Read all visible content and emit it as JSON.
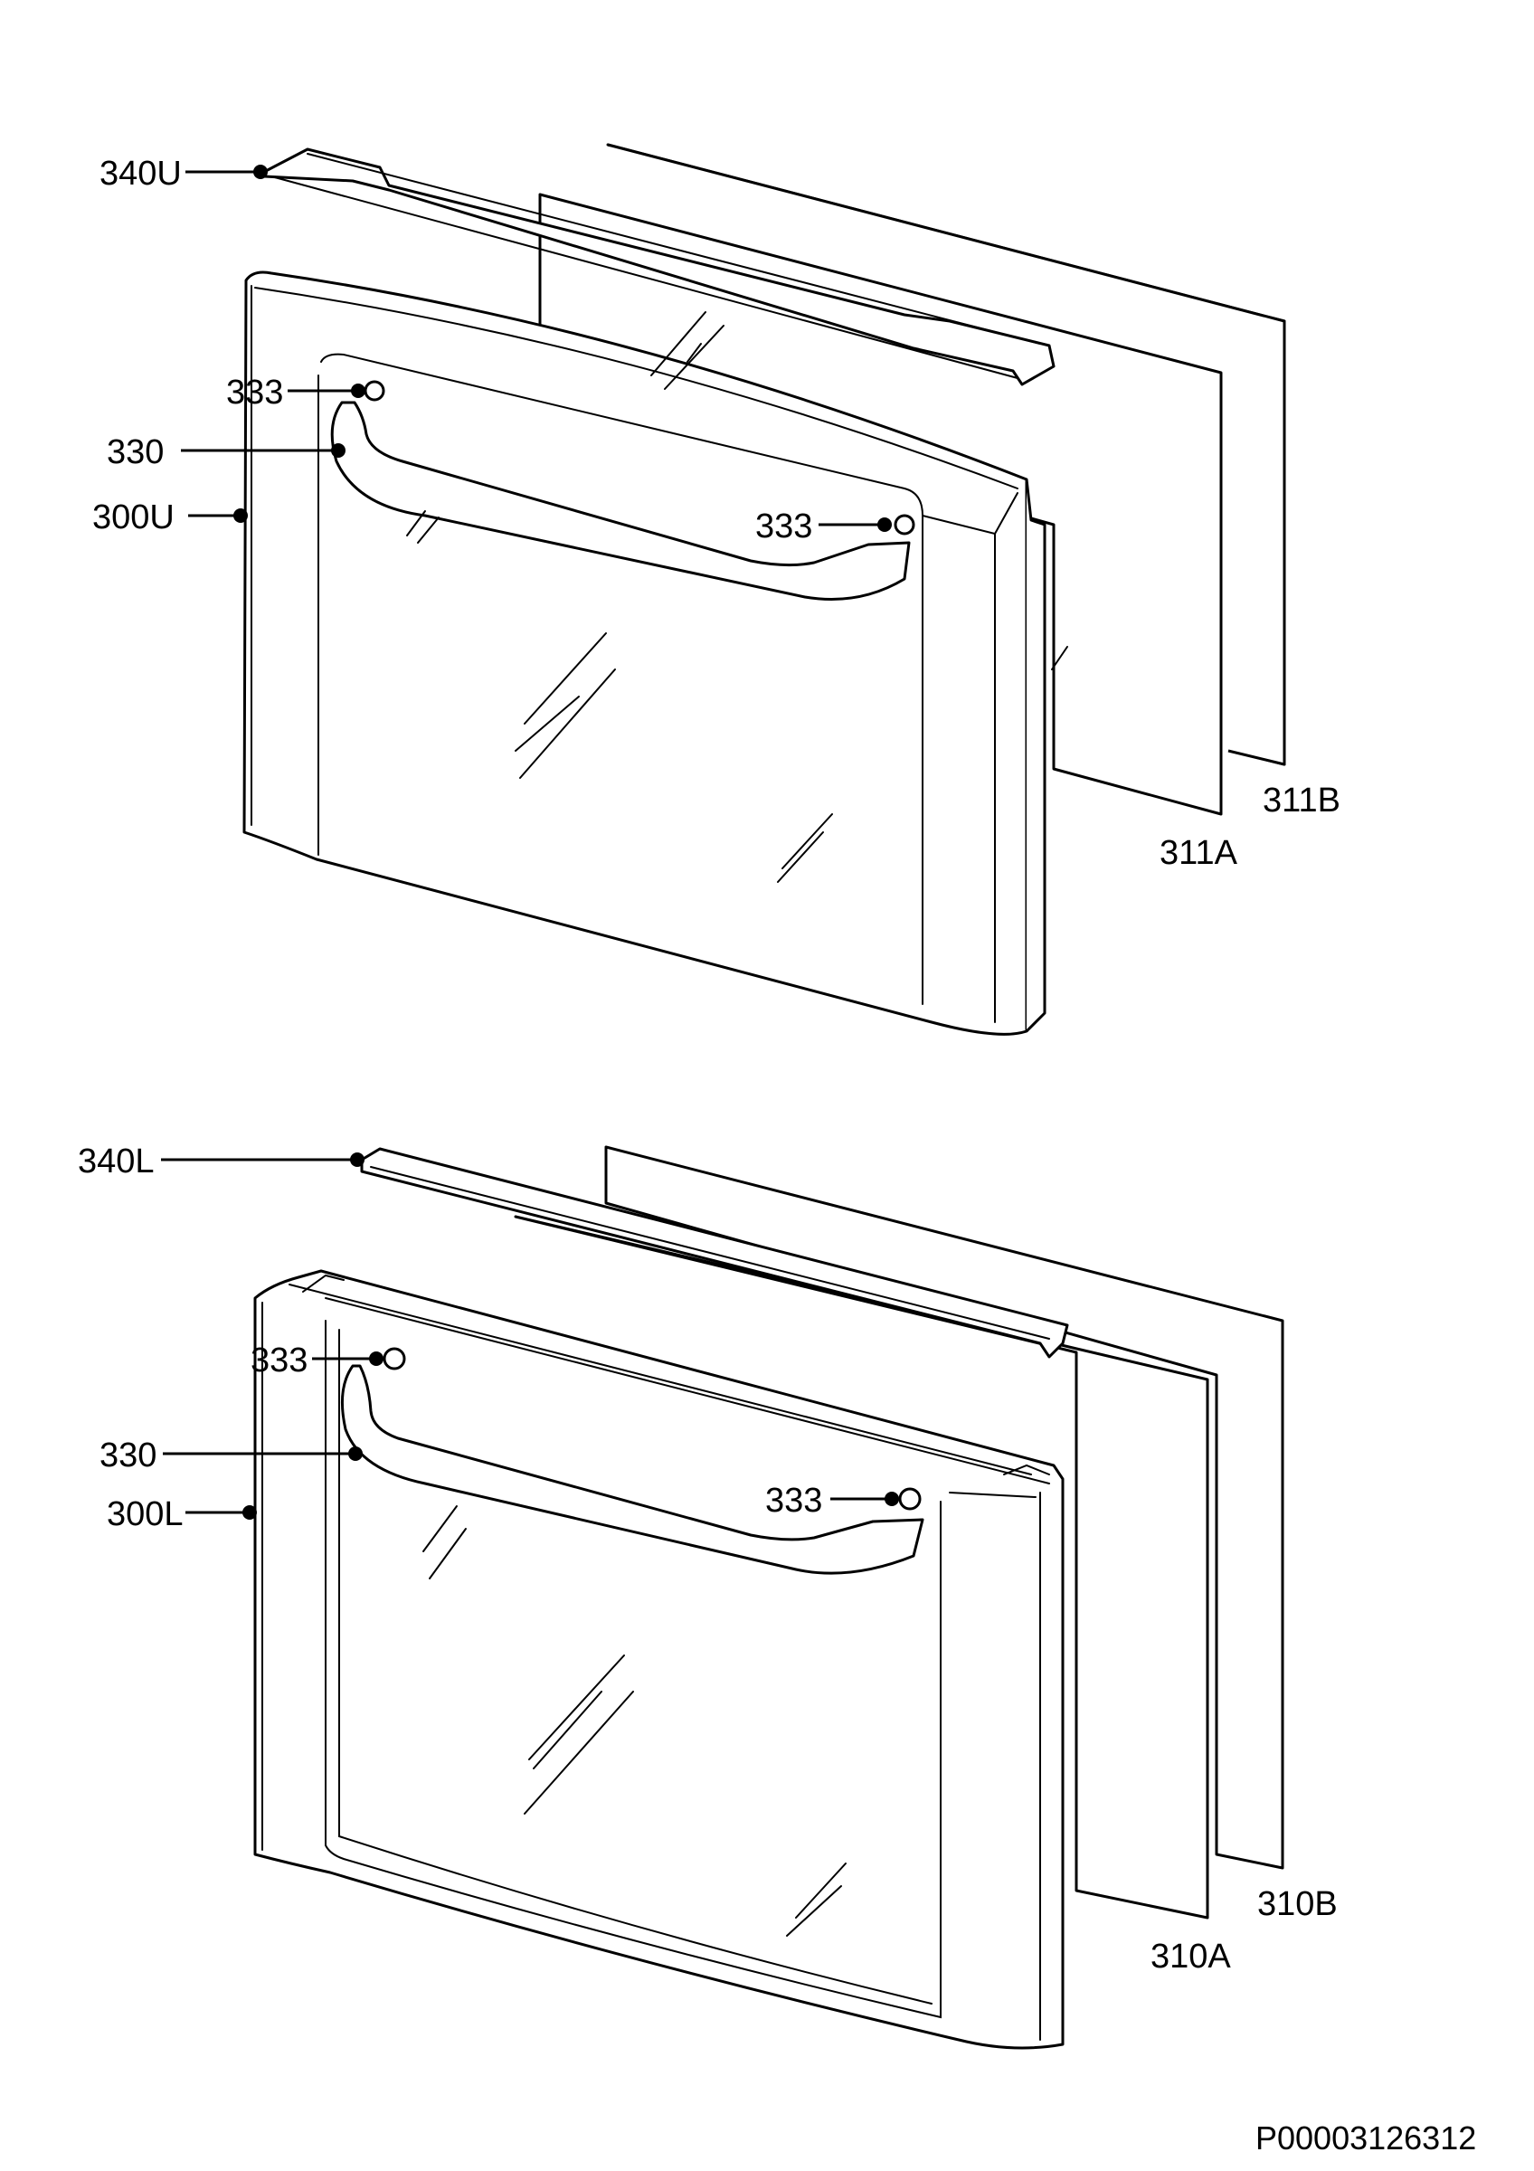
{
  "diagram_title": "",
  "part_labels": {
    "top_door": {
      "clip": "340U",
      "outer_glass": "311B",
      "inner_glass": "311A",
      "screw_left": "333",
      "handle": "330",
      "door_panel": "300U",
      "screw_right": "333"
    },
    "bottom_door": {
      "clip": "340L",
      "outer_glass": "310B",
      "inner_glass": "310A",
      "screw_left": "333",
      "handle": "330",
      "door_panel": "300L",
      "screw_right": "333"
    }
  },
  "drawing_code": "P00003126312"
}
